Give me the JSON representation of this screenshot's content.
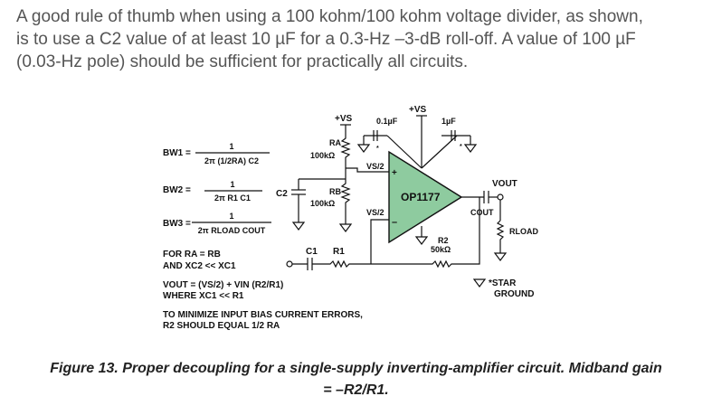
{
  "intro": {
    "line1": "A good rule of thumb when using a 100 kohm/100 kohm voltage divider, as shown,",
    "line2": "is to use a C2 value of at least 10 µF for a 0.3-Hz –3-dB roll-off. A value of 100 µF",
    "line3": "(0.03-Hz pole) should be sufficient for practically all circuits."
  },
  "diagram": {
    "bw1": {
      "label": "BW1 =",
      "num": "1",
      "den": "2π (1/2RA) C2"
    },
    "bw2": {
      "label": "BW2 =",
      "num": "1",
      "den": "2π R1 C1"
    },
    "bw3": {
      "label": "BW3 =",
      "num": "1",
      "den": "2π RLOAD COUT"
    },
    "cond1": "FOR RA = RB",
    "cond2": "AND XC2 << XC1",
    "vout_eq": "VOUT = (VS/2) + VIN (R2/R1)",
    "vout_where": "WHERE XC1 << R1",
    "bias1": "TO MINIMIZE INPUT BIAS CURRENT ERRORS,",
    "bias2": "R2 SHOULD EQUAL 1/2 RA",
    "c2": "C2",
    "ra": "RA",
    "ra_val": "100kΩ",
    "rb": "RB",
    "rb_val": "100kΩ",
    "vs_top": "+VS",
    "vs_amp": "+VS",
    "cap01": "0.1µF",
    "cap1": "1µF",
    "vs2_top": "VS/2",
    "vs2_bot": "VS/2",
    "opamp": "OP1177",
    "plus": "+",
    "minus": "–",
    "c1": "C1",
    "r1": "R1",
    "r2": "R2",
    "r2_val": "50kΩ",
    "vout": "VOUT",
    "cout": "COUT",
    "rload": "RLOAD",
    "star1": "*STAR",
    "star2": "GROUND"
  },
  "caption": {
    "line1": "Figure 13. Proper decoupling for a single-supply inverting-amplifier circuit. Midband gain",
    "line2": "= –R2/R1."
  },
  "colors": {
    "opamp_fill": "#8ecb9f",
    "text": "#555555"
  }
}
